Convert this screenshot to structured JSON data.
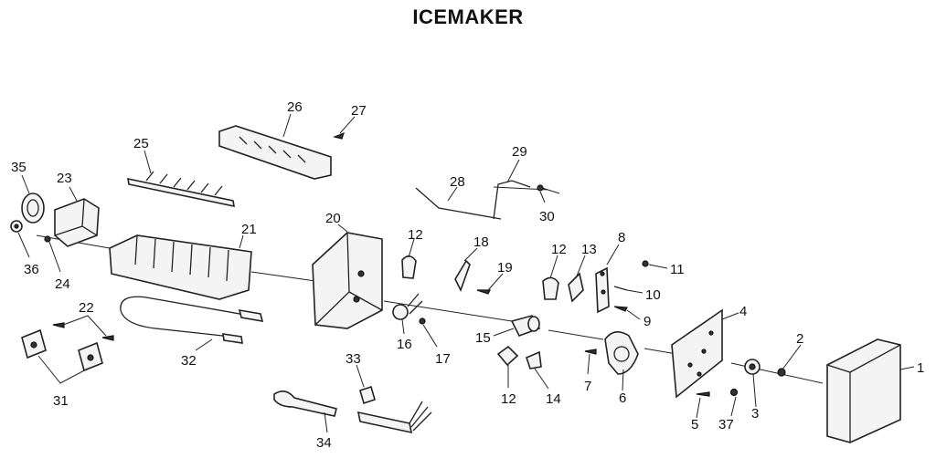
{
  "title": "ICEMAKER",
  "labels": [
    "1",
    "2",
    "3",
    "4",
    "5",
    "6",
    "7",
    "8",
    "9",
    "10",
    "11",
    "12",
    "13",
    "14",
    "15",
    "16",
    "17",
    "18",
    "19",
    "20",
    "21",
    "22",
    "23",
    "24",
    "25",
    "26",
    "27",
    "28",
    "29",
    "30",
    "31",
    "32",
    "33",
    "34",
    "35",
    "36",
    "37"
  ],
  "colors": {
    "ink": "#222222",
    "paper": "#ffffff"
  }
}
